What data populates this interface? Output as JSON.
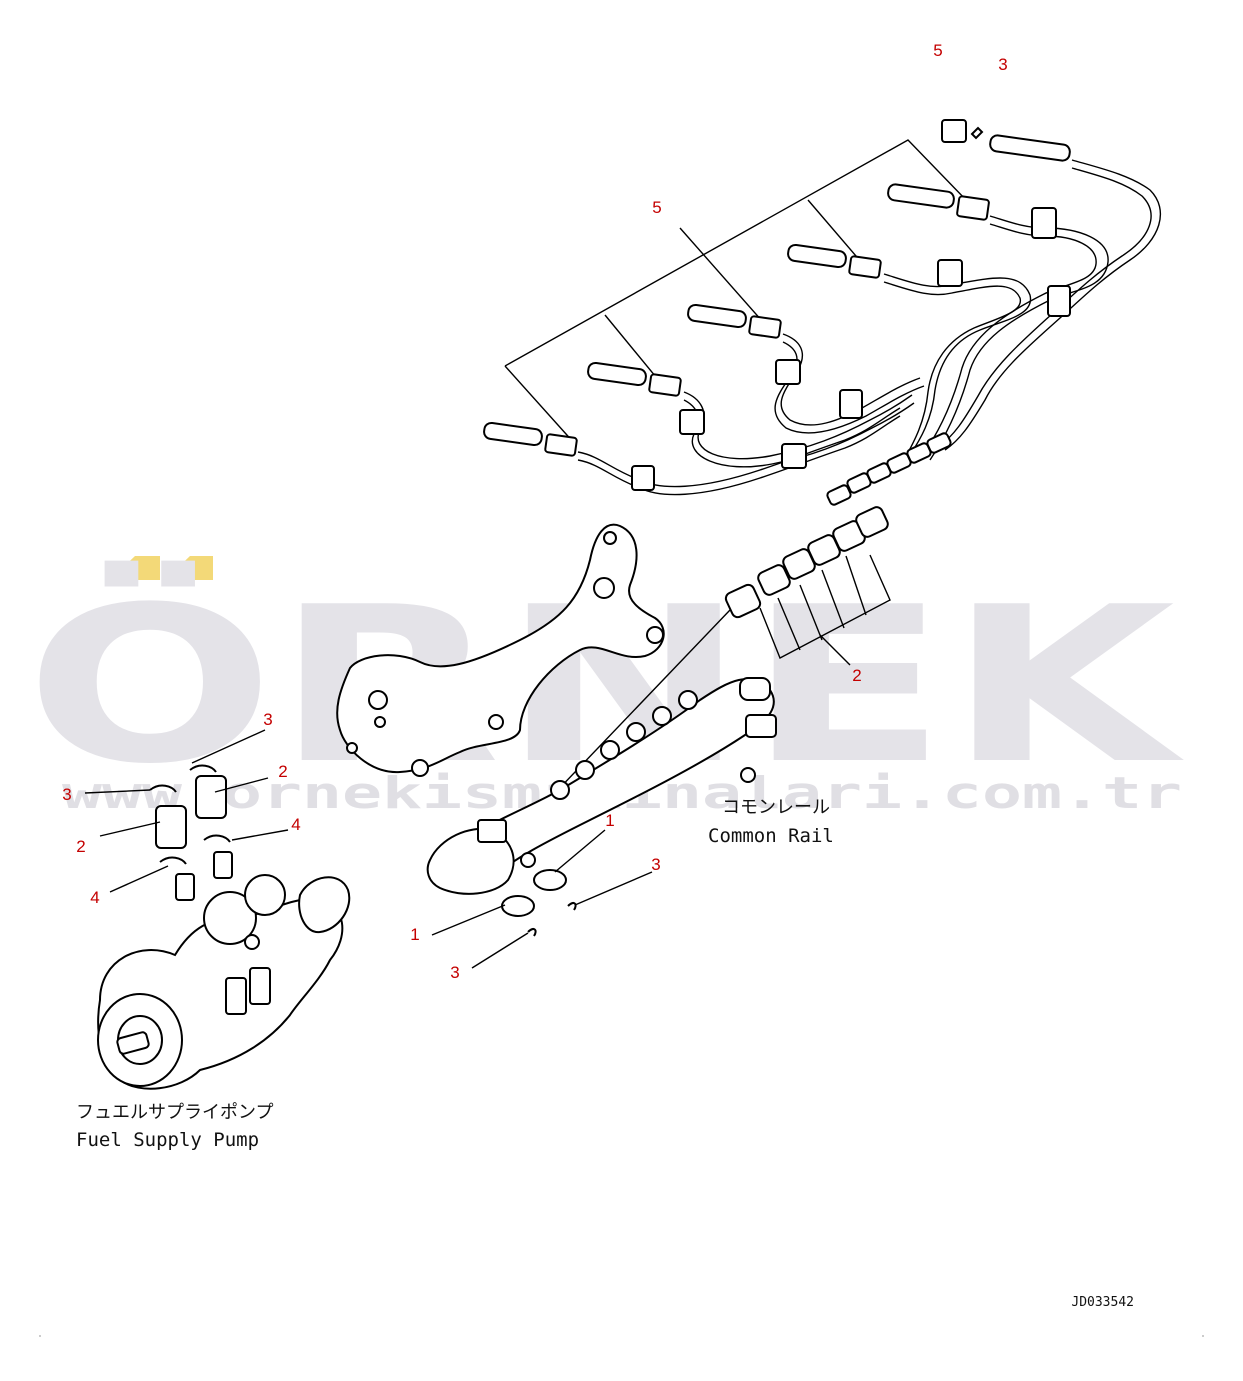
{
  "watermark": {
    "brand": "ÖRNEK",
    "url": "www.ornekismakinalari.com.tr",
    "accent_color": "#f3d978",
    "letter_color": "#e4e3e8"
  },
  "callouts": {
    "top_5": "5",
    "top_3": "3",
    "pipes_5": "5",
    "rail_right_2": "2",
    "pump_3_top": "3",
    "pump_2_right": "2",
    "pump_3_left": "3",
    "pump_4_right": "4",
    "pump_2_left": "2",
    "pump_4_left": "4",
    "rail_1_right": "1",
    "rail_3_right": "3",
    "rail_1_left": "1",
    "rail_3_bottom": "3"
  },
  "labels": {
    "common_rail_jp": "コモンレール",
    "common_rail_en": "Common Rail",
    "pump_jp": "フュエルサプライポンプ",
    "pump_en": "Fuel Supply Pump",
    "drawing_id": "JD033542"
  }
}
